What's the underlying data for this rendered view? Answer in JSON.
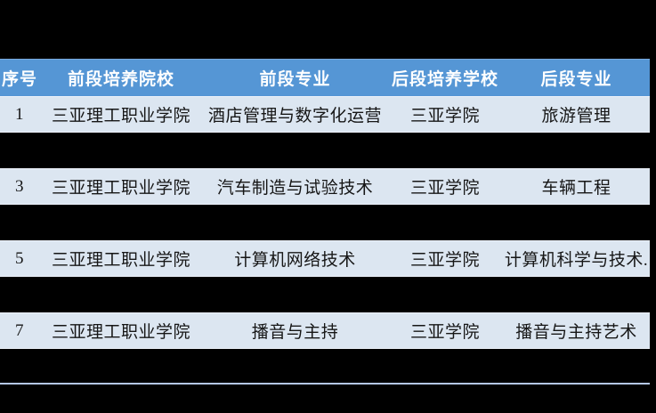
{
  "table": {
    "columns": [
      {
        "label": "序号"
      },
      {
        "label": "前段培养院校"
      },
      {
        "label": "前段专业"
      },
      {
        "label": "后段培养学校"
      },
      {
        "label": "后段专业"
      }
    ],
    "rows": [
      {
        "cells": [
          "1",
          "三亚理工职业学院",
          "酒店管理与数字化运营",
          "三亚学院",
          "旅游管理"
        ]
      },
      {
        "cells": [
          "3",
          "三亚理工职业学院",
          "汽车制造与试验技术",
          "三亚学院",
          "车辆工程"
        ]
      },
      {
        "cells": [
          "5",
          "三亚理工职业学院",
          "计算机网络技术",
          "三亚学院",
          "计算机科学与技术."
        ]
      },
      {
        "cells": [
          "7",
          "三亚理工职业学院",
          "播音与主持",
          "三亚学院",
          "播音与主持艺术"
        ]
      }
    ]
  },
  "colors": {
    "page_bg": "#000000",
    "header_bg": "#5596d5",
    "header_text": "#ffffff",
    "row_bg": "#dce6f1",
    "row_edge": "#edf2fa",
    "body_text": "#161616",
    "divider_line": "#b4c7e7"
  }
}
